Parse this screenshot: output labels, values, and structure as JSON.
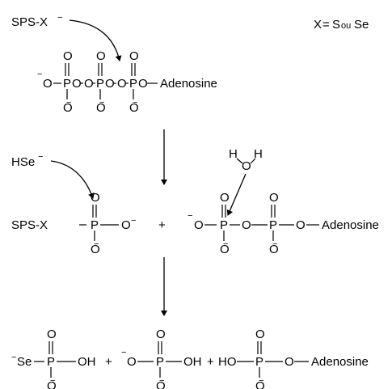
{
  "legend": {
    "text": "X = S ou Se",
    "x": "X",
    "eq": "=",
    "s": "S",
    "ou": "ou",
    "se": "Se"
  },
  "labels": {
    "sps_x": "SPS-X",
    "minus": "−",
    "o": "O",
    "p": "P",
    "adenosine": "Adenosine",
    "hse": "HSe",
    "h": "H",
    "plus": "+",
    "oh": "OH",
    "ho": "HO",
    "se": "Se"
  },
  "colors": {
    "ink": "#000000",
    "background": "#ffffff"
  }
}
